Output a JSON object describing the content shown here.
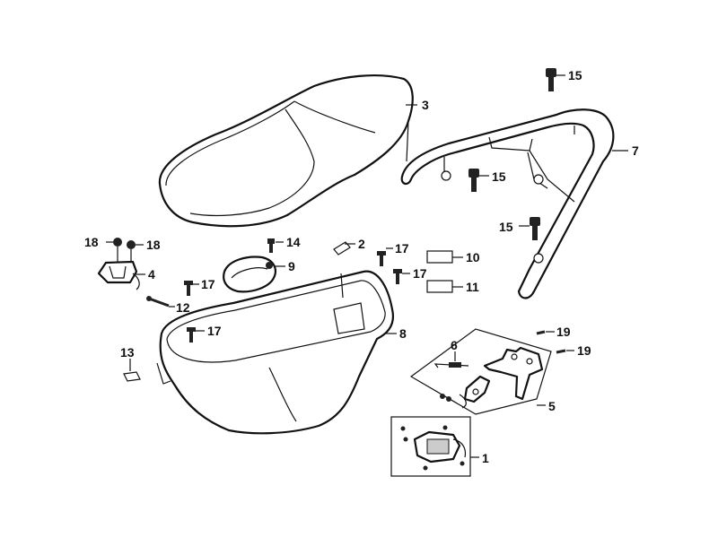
{
  "labels": {
    "p1": "1",
    "p2": "2",
    "p3": "3",
    "p4": "4",
    "p5": "5",
    "p6": "6",
    "p7": "7",
    "p8": "8",
    "p9": "9",
    "p10": "10",
    "p11": "11",
    "p12": "12",
    "p13": "13",
    "p14": "14",
    "p15": "15",
    "p17": "17",
    "p18": "18",
    "p19": "19"
  }
}
